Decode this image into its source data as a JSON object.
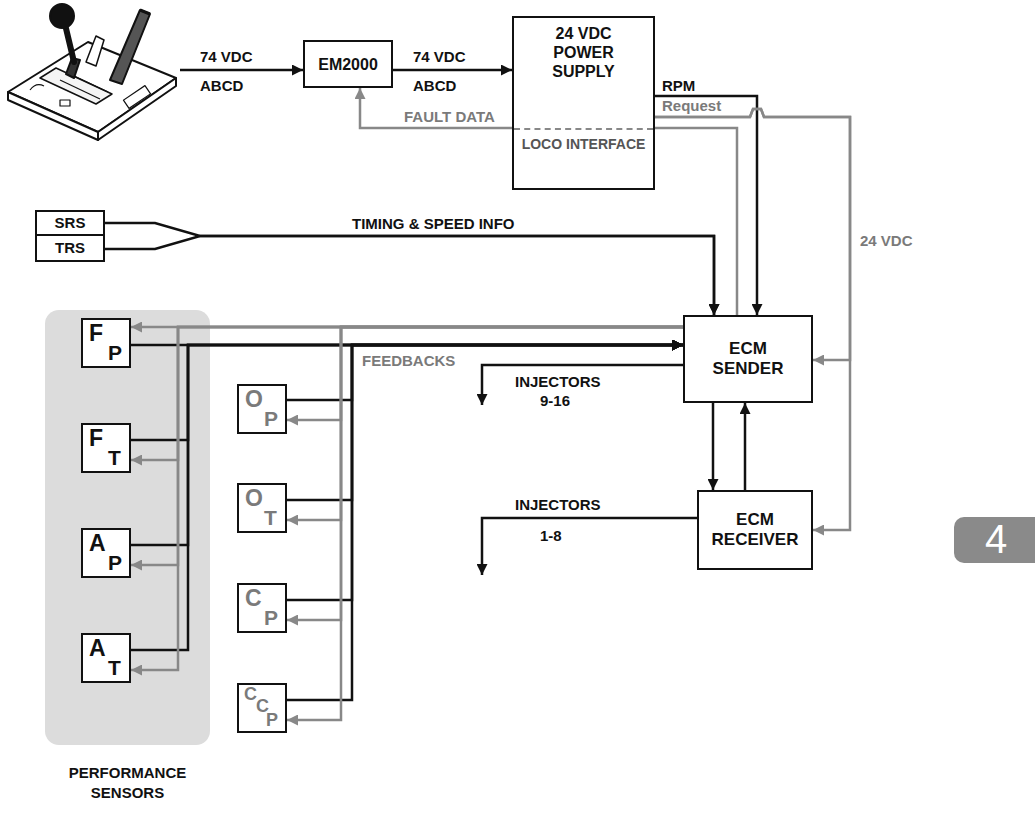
{
  "diagram": {
    "nodes": [
      {
        "text": [
          "EM2000"
        ]
      },
      {
        "text": [
          "24 VDC POWER SUPPLY",
          "LOCO INTERFACE"
        ]
      },
      {
        "text": [
          "SRS"
        ]
      },
      {
        "text": [
          "TRS"
        ]
      },
      {
        "text": [
          "ECM SENDER"
        ]
      },
      {
        "text": [
          "ECM RECEIVER"
        ]
      },
      {
        "text": [
          "PERFORMANCE SENSORS"
        ]
      },
      {
        "text": [
          "F",
          "P"
        ],
        "in": 6
      },
      {
        "text": [
          "F",
          "T"
        ],
        "in": 6
      },
      {
        "text": [
          "A",
          "P"
        ],
        "in": 6
      },
      {
        "text": [
          "A",
          "T"
        ],
        "in": 6
      },
      {
        "text": [
          "O",
          "P"
        ]
      },
      {
        "text": [
          "O",
          "T"
        ]
      },
      {
        "text": [
          "C",
          "P"
        ]
      },
      {
        "text": [
          "C",
          "C",
          "P"
        ]
      }
    ],
    "edges": [
      {
        "from": 0,
        "to": 1,
        "arrow": "to",
        "label": "74 VDC"
      },
      {
        "from": 4,
        "to": 0,
        "arrow": "to",
        "label": "FAULT DATA"
      },
      {
        "from": 1,
        "to": 4,
        "arrow": "to",
        "label": "RPM"
      },
      {
        "from": 1,
        "to": 4,
        "arrow": "to",
        "label": "24 VDC"
      },
      {
        "from": 1,
        "to": 5,
        "arrow": "to"
      },
      {
        "from": 2,
        "to": 4,
        "arrow": "to",
        "label": "TIMING & SPEED INFO"
      },
      {
        "from": 3,
        "to": 4,
        "arrow": "to"
      },
      {
        "from": 4,
        "to": 5,
        "arrow": "to"
      },
      {
        "from": 5,
        "to": 4,
        "arrow": "to"
      },
      {
        "from": 7,
        "to": 4,
        "arrow": "to"
      },
      {
        "from": 8,
        "to": 4,
        "arrow": "to"
      },
      {
        "from": 9,
        "to": 4,
        "arrow": "to"
      },
      {
        "from": 10,
        "to": 4,
        "arrow": "to"
      },
      {
        "from": 11,
        "to": 4,
        "arrow": "to",
        "label": "FEEDBACKS"
      },
      {
        "from": 12,
        "to": 4,
        "arrow": "to"
      },
      {
        "from": 13,
        "to": 4,
        "arrow": "to"
      },
      {
        "from": 14,
        "to": 4,
        "arrow": "to"
      },
      {
        "from": 4,
        "to": 7,
        "arrow": "to"
      },
      {
        "from": 4,
        "to": 8,
        "arrow": "to"
      },
      {
        "from": 4,
        "to": 9,
        "arrow": "to"
      },
      {
        "from": 4,
        "to": 10,
        "arrow": "to"
      },
      {
        "from": 4,
        "to": 11,
        "arrow": "to"
      },
      {
        "from": 4,
        "to": 12,
        "arrow": "to"
      },
      {
        "from": 4,
        "to": 13,
        "arrow": "to"
      },
      {
        "from": 4,
        "to": 14,
        "arrow": "to"
      }
    ],
    "labels": [
      "74 VDC",
      "ABCD",
      "ABCD",
      "Request",
      "INJECTORS",
      "9-16",
      "INJECTORS",
      "1-8",
      "4"
    ]
  }
}
